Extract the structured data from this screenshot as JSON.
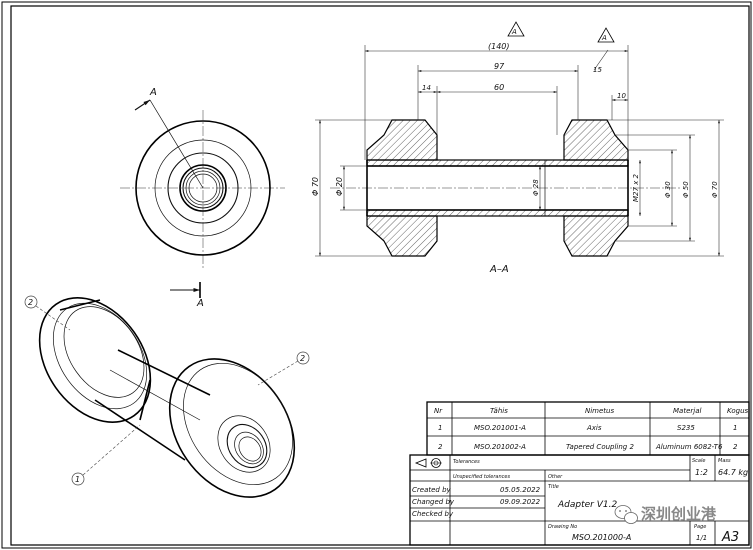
{
  "drawing": {
    "section_label": "A–A",
    "view_marker": "A",
    "arrow_marker": "A",
    "balloons": [
      "2",
      "2",
      "1"
    ],
    "dimensions": {
      "overall": "(140)",
      "d97": "97",
      "d60": "60",
      "d14": "14",
      "d15": "15",
      "d10": "10",
      "dia70_left": "Φ 70",
      "dia20": "Φ 20",
      "dia28": "Φ 28",
      "thread": "M27 x 2",
      "dia30": "Φ 30",
      "dia50": "Φ 50",
      "dia70_right": "Φ 70"
    },
    "triangle_mark": "A"
  },
  "bom": {
    "headers": [
      "Nr",
      "Tähis",
      "Nimetus",
      "Materjal",
      "Kogus"
    ],
    "rows": [
      {
        "nr": "1",
        "code": "MSO.201001-A",
        "name": "Axis",
        "material": "S235",
        "qty": "1"
      },
      {
        "nr": "2",
        "code": "MSO.201002-A",
        "name": "Tapered Coupling 2",
        "material": "Aluminum 6082-T6",
        "qty": "2"
      }
    ]
  },
  "title_block": {
    "tolerance_label": "Unspecified tolerances",
    "mass_label": "Mass",
    "scale_label": "Scale",
    "scale_value": "1:2",
    "mass_value": "64.7 kg",
    "other_label": "Other",
    "title_label": "Title",
    "title_value": "Adapter V1.2",
    "created_label": "Created by",
    "created_date": "05.05.2022",
    "changed_label": "Changed by",
    "changed_date": "09.09.2022",
    "checked_label": "Checked by",
    "drawing_no_label": "Drawing No",
    "drawing_no": "MSO.201000-A",
    "sheet_label": "Page",
    "sheet_value": "1/1",
    "format": "A3",
    "tolerance_header": "Tolerances"
  },
  "watermark": {
    "text": "深圳创业港"
  }
}
